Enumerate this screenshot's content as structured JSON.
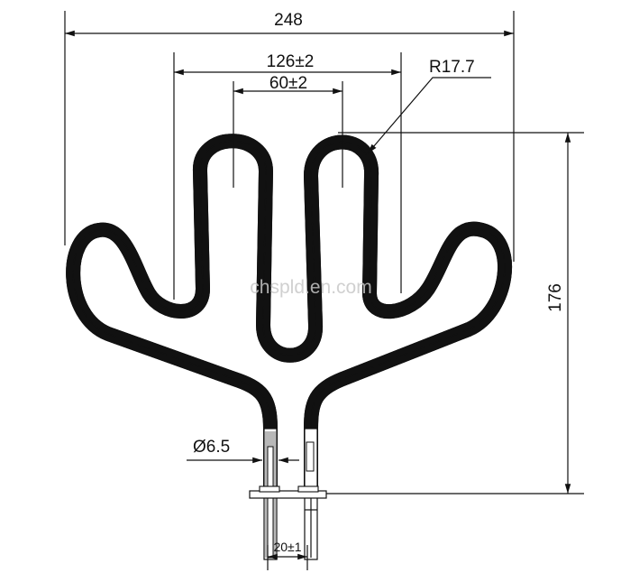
{
  "drawing": {
    "dimensions": {
      "overall_width": "248",
      "outer_leg_spacing": "126±2",
      "inner_leg_spacing": "60±2",
      "bend_radius": "R17.7",
      "height": "176",
      "tube_diameter": "Ø6.5",
      "terminal_spacing": "20±1"
    },
    "watermark": "chspld.en.com",
    "colors": {
      "line": "#111111",
      "watermark": "#c8c8c8"
    }
  }
}
